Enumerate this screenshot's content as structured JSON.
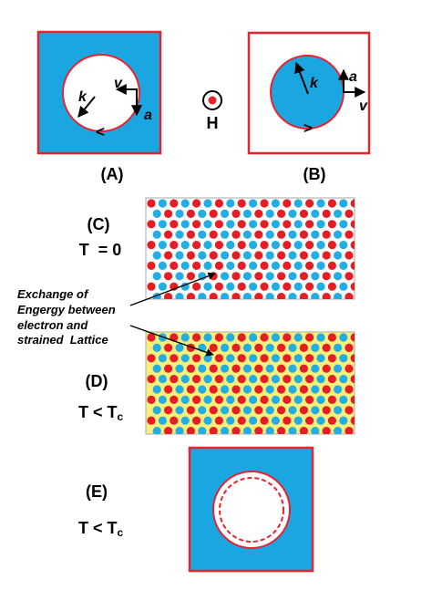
{
  "colors": {
    "cyan": "#1aa7e1",
    "red": "#e8222e",
    "dot_red": "#e51e25",
    "dot_blue": "#22aee5",
    "yellow": "#f6f07a",
    "grey": "#b8b8b8",
    "black": "#000000"
  },
  "panel_a": {
    "label": "(A)",
    "vec_v": "v",
    "vec_k": "k",
    "vec_a": "a",
    "direction_glyph": ">"
  },
  "panel_b": {
    "label": "(B)",
    "vec_v": "v",
    "vec_k": "k",
    "vec_a": "a",
    "direction_glyph": ">"
  },
  "field": {
    "label": "H"
  },
  "panel_c": {
    "label": "(C)",
    "temp": "T  = 0"
  },
  "panel_d": {
    "label": "(D)",
    "temp_main": "T < T",
    "temp_sub": "c"
  },
  "panel_e": {
    "label": "(E)",
    "temp_main": "T < T",
    "temp_sub": "c"
  },
  "annotation": {
    "lines": [
      "Exchange of",
      "Engergy between",
      "electron and",
      "strained  Lattice"
    ]
  }
}
